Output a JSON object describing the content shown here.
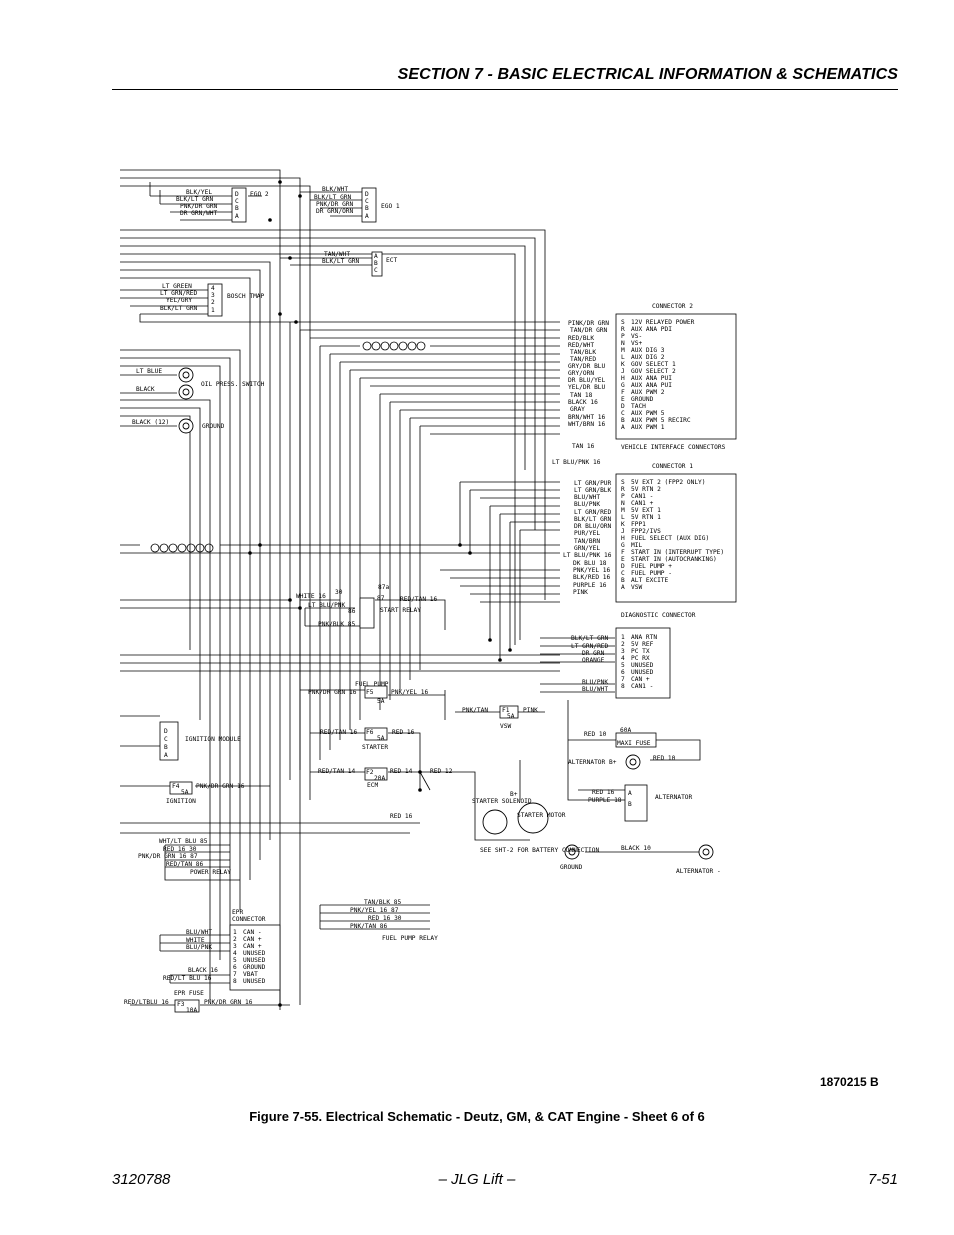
{
  "header": {
    "title": "SECTION 7 - BASIC ELECTRICAL INFORMATION & SCHEMATICS"
  },
  "schematic": {
    "ego2": {
      "name": "EGO 2",
      "wires": [
        "BLK/YEL",
        "BLK/LT GRN",
        "PNK/DR GRN",
        "DR GRN/WHT"
      ],
      "pins": [
        "D",
        "C",
        "B",
        "A"
      ]
    },
    "ego1": {
      "name": "EGO 1",
      "wires": [
        "BLK/WHT",
        "BLK/LT GRN",
        "PNK/DR GRN",
        "DR GRN/ORN"
      ],
      "pins": [
        "D",
        "C",
        "B",
        "A"
      ]
    },
    "ect": {
      "name": "ECT",
      "wires": [
        "TAN/WHT",
        "BLK/LT GRN"
      ],
      "pins": [
        "A",
        "B",
        "C"
      ]
    },
    "tmap": {
      "name": "BOSCH TMAP",
      "wires": [
        "LT GREEN",
        "LT GRN/RED",
        "YEL/GRY",
        "BLK/LT GRN"
      ],
      "pins": [
        "4",
        "3",
        "2",
        "1"
      ]
    },
    "oil_press": {
      "wires": [
        "LT BLUE",
        "BLACK"
      ],
      "name": "OIL PRESS. SWITCH"
    },
    "ground_top": {
      "wire": "BLACK (12)",
      "name": "GROUND"
    },
    "connector2": {
      "title": "CONNECTOR 2",
      "wires": [
        "PINK/DR GRN",
        "TAN/DR GRN",
        "RED/BLK",
        "RED/WHT",
        "TAN/BLK",
        "TAN/RED",
        "GRY/DR BLU",
        "GRY/ORN",
        "DR BLU/YEL",
        "YEL/DR BLU",
        "TAN 18",
        "BLACK 16",
        "GRAY",
        "BRN/WHT 16",
        "WHT/BRN 16"
      ],
      "pins": [
        "S",
        "R",
        "P",
        "N",
        "M",
        "L",
        "K",
        "J",
        "H",
        "G",
        "F",
        "E",
        "D",
        "C",
        "B",
        "A"
      ],
      "functions": [
        "12V RELAYED POWER",
        "AUX ANA PDI",
        "VS-",
        "VS+",
        "AUX DIG 3",
        "AUX DIG 2",
        "GOV SELECT 1",
        "GOV SELECT 2",
        "AUX ANA PUI",
        "AUX ANA PUI",
        "AUX PWM 2",
        "GROUND",
        "TACH",
        "AUX PWM 5",
        "AUX PWM 5 RECIRC",
        "AUX PWM 1"
      ],
      "extra": [
        "TAN 16",
        "LT BLU/PNK 16"
      ]
    },
    "vic_label": "VEHICLE INTERFACE CONNECTORS",
    "connector1": {
      "title": "CONNECTOR 1",
      "wires": [
        "LT GRN/PUR",
        "LT GRN/BLK",
        "BLU/WHT",
        "BLU/PNK",
        "LT GRN/RED",
        "BLK/LT GRN",
        "DR BLU/ORN",
        "PUR/YEL",
        "TAN/BRN",
        "GRN/YEL",
        "LT BLU/PNK 16",
        "DK BLU 18",
        "PNK/YEL 16",
        "BLK/RED 16",
        "PURPLE 16",
        "PINK"
      ],
      "pins": [
        "S",
        "R",
        "P",
        "N",
        "M",
        "L",
        "K",
        "J",
        "H",
        "G",
        "F",
        "E",
        "D",
        "C",
        "B",
        "A"
      ],
      "functions": [
        "5V EXT 2 (FPP2 ONLY)",
        "5V RTN 2",
        "CAN1 -",
        "CAN1 +",
        "5V EXT 1",
        "5V RTN 1",
        "FPP1",
        "FPP2/IVS",
        "FUEL SELECT (AUX DIG)",
        "MIL",
        "START IN (INTERRUPT TYPE)",
        "START IN (AUTOCRANKING)",
        "FUEL PUMP +",
        "FUEL PUMP -",
        "ALT EXCITE",
        "VSW"
      ]
    },
    "diagnostic": {
      "title": "DIAGNOSTIC CONNECTOR",
      "wires": [
        "BLK/LT GRN",
        "LT GRN/RED",
        "DR GRN",
        "ORANGE",
        "BLU/PNK",
        "BLU/WHT"
      ],
      "pins": [
        "1",
        "2",
        "3",
        "4",
        "5",
        "6",
        "7",
        "8"
      ],
      "functions": [
        "ANA RTN",
        "5V REF",
        "PC TX",
        "PC RX",
        "UNUSED",
        "UNUSED",
        "CAN +",
        "CAN1 -"
      ]
    },
    "start_relay": {
      "name": "START RELAY",
      "wires": [
        "WHITE 16",
        "RED/TAN 16",
        "LT BLU/PNK",
        "PNK/BLK 85"
      ],
      "terms": [
        "30",
        "87a",
        "87",
        "86"
      ]
    },
    "fuel_pump_fuse": {
      "label": "FUEL PUMP",
      "fuse": "F5",
      "amp": "5A",
      "wires": [
        "PNK/DR GRN 16",
        "PNK/YEL 16"
      ]
    },
    "vsw_fuse": {
      "fuse": "F1",
      "amp": "5A",
      "name": "VSW",
      "wires": [
        "PNK/TAN",
        "PINK"
      ]
    },
    "ignition_module": {
      "name": "IGNITION MODULE",
      "pins": [
        "D",
        "C",
        "B",
        "A"
      ]
    },
    "starter_fuse": {
      "fuse": "F6",
      "amp": "5A",
      "name": "STARTER",
      "wires": [
        "RED/TAN 16",
        "RED 16"
      ]
    },
    "ecm_fuse": {
      "fuse": "F2",
      "amp": "20A",
      "name": "ECM",
      "wires": [
        "RED/TAN 14",
        "RED 14",
        "RED 12"
      ]
    },
    "ignition_fuse": {
      "fuse": "F4",
      "amp": "5A",
      "name": "IGNITION",
      "wire": "PNK/DR GRN 16"
    },
    "maxi_fuse": {
      "amp": "60A",
      "name": "MAXI FUSE",
      "wire": "RED 10"
    },
    "alternator_b": {
      "name": "ALTERNATOR B+",
      "wire": "RED 10"
    },
    "alternator": {
      "name": "ALTERNATOR",
      "pins": [
        "A",
        "B"
      ],
      "wires": [
        "RED 16",
        "PURPLE 18"
      ]
    },
    "starter": {
      "b_plus": "B+",
      "solenoid": "STARTER SOLENOID",
      "motor": "STARTER MOTOR",
      "wire": "RED 16",
      "note": "SEE SHT-2 FOR BATTERY CONNECTION"
    },
    "ground_bottom": {
      "wire": "BLACK 10",
      "left": "GROUND",
      "right": "ALTERNATOR -"
    },
    "power_relay": {
      "name": "POWER RELAY",
      "wires": [
        "WHT/LT BLU 85",
        "RED 16 30",
        "PNK/DR GRN 16 87",
        "RED/TAN 86"
      ]
    },
    "fuel_pump_relay": {
      "name": "FUEL PUMP RELAY",
      "wires": [
        "TAN/BLK 85",
        "PNK/YEL 16 87",
        "RED 16 30",
        "PNK/TAN 86"
      ]
    },
    "epr": {
      "title": [
        "EPR",
        "CONNECTOR"
      ],
      "wires": [
        "BLU/WHT",
        "WHITE",
        "BLU/PNK",
        "BLACK 16",
        "RED/LT BLU 16"
      ],
      "pins": [
        "1",
        "2",
        "3",
        "4",
        "5",
        "6",
        "7",
        "8"
      ],
      "functions": [
        "CAN -",
        "CAN +",
        "CAN +",
        "UNUSED",
        "UNUSED",
        "GROUND",
        "VBAT",
        "UNUSED"
      ]
    },
    "epr_fuse": {
      "name": "EPR FUSE",
      "fuse": "F3",
      "amp": "10A",
      "wires": [
        "RED/LTBLU 16",
        "PNK/DR GRN 16"
      ]
    }
  },
  "drawing_number": "1870215 B",
  "caption": "Figure 7-55.  Electrical Schematic - Deutz, GM, & CAT Engine - Sheet 6 of 6",
  "footer": {
    "left": "3120788",
    "center": "– JLG Lift –",
    "right": "7-51"
  }
}
